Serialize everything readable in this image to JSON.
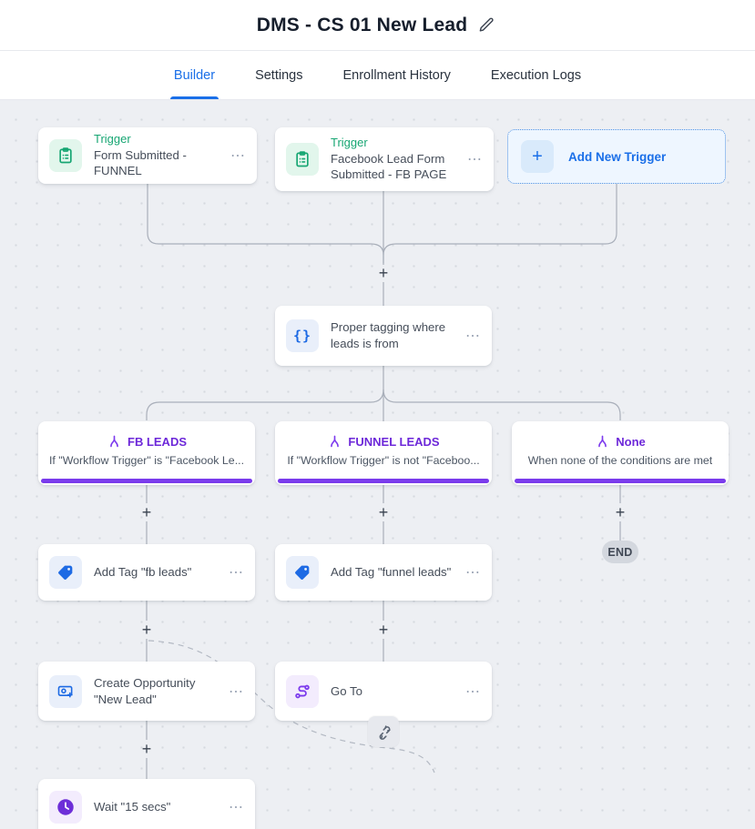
{
  "header": {
    "title": "DMS - CS 01 New Lead"
  },
  "tabs": {
    "items": [
      {
        "label": "Builder",
        "active": true
      },
      {
        "label": "Settings",
        "active": false
      },
      {
        "label": "Enrollment History",
        "active": false
      },
      {
        "label": "Execution Logs",
        "active": false
      }
    ]
  },
  "glyphs": {
    "menu": "⋯",
    "plus": "+",
    "braces": "{}"
  },
  "workflow": {
    "triggers": [
      {
        "title": "Trigger",
        "subtitle": "Form Submitted - FUNNEL",
        "icon": "clipboard-icon"
      },
      {
        "title": "Trigger",
        "subtitle": "Facebook Lead Form Submitted - FB PAGE",
        "icon": "clipboard-icon"
      }
    ],
    "add_trigger": {
      "label": "Add New Trigger",
      "icon": "plus-icon"
    },
    "tagging": {
      "title": "Proper tagging where leads is from",
      "icon": "braces-icon"
    },
    "branches": [
      {
        "name": "FB LEADS",
        "condition": "If \"Workflow Trigger\" is \"Facebook Le...",
        "icon": "branch-icon"
      },
      {
        "name": "FUNNEL LEADS",
        "condition": "If \"Workflow Trigger\" is not \"Faceboo...",
        "icon": "branch-icon"
      },
      {
        "name": "None",
        "condition": "When none of the conditions are met",
        "icon": "branch-icon"
      }
    ],
    "actions": {
      "add_tag_fb": {
        "title": "Add Tag \"fb leads\"",
        "icon": "tag-icon"
      },
      "add_tag_funnel": {
        "title": "Add Tag \"funnel leads\"",
        "icon": "tag-icon"
      },
      "create_opportunity": {
        "title": "Create Opportunity \"New Lead\"",
        "icon": "opportunity-icon"
      },
      "goto": {
        "title": "Go To",
        "icon": "route-icon"
      },
      "wait": {
        "title": "Wait \"15 secs\"",
        "icon": "clock-icon"
      }
    },
    "end_badge": "END"
  },
  "colors": {
    "accent_blue": "#1a6fe8",
    "accent_green": "#17a673",
    "accent_purple": "#7a3bec",
    "canvas_bg": "#edeff3",
    "wire": "#a9afba"
  }
}
